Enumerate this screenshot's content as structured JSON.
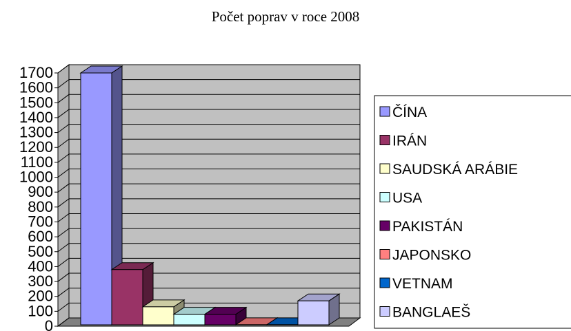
{
  "chart_data": {
    "type": "bar",
    "title": "Počet poprav v roce 2008",
    "xlabel": "",
    "ylabel": "",
    "ylim": [
      0,
      1700
    ],
    "yticks": [
      0,
      100,
      200,
      300,
      400,
      500,
      600,
      700,
      800,
      900,
      1000,
      1100,
      1200,
      1300,
      1400,
      1500,
      1600,
      1700
    ],
    "grid": true,
    "legend_position": "right",
    "series": [
      {
        "name": "ČÍNA",
        "value": 1700,
        "color": "#9999FF"
      },
      {
        "name": "IRÁN",
        "value": 380,
        "color": "#993366"
      },
      {
        "name": "SAUDSKÁ ARÁBIE",
        "value": 130,
        "color": "#FFFFCC"
      },
      {
        "name": "USA",
        "value": 80,
        "color": "#CCFFFF"
      },
      {
        "name": "PAKISTÁN",
        "value": 80,
        "color": "#660066"
      },
      {
        "name": "JAPONSKO",
        "value": 10,
        "color": "#FF8080"
      },
      {
        "name": "VETNAM",
        "value": 10,
        "color": "#0066CC"
      },
      {
        "name": "BANGLAEŠ",
        "value": 170,
        "color": "#CCCCFF"
      }
    ]
  }
}
